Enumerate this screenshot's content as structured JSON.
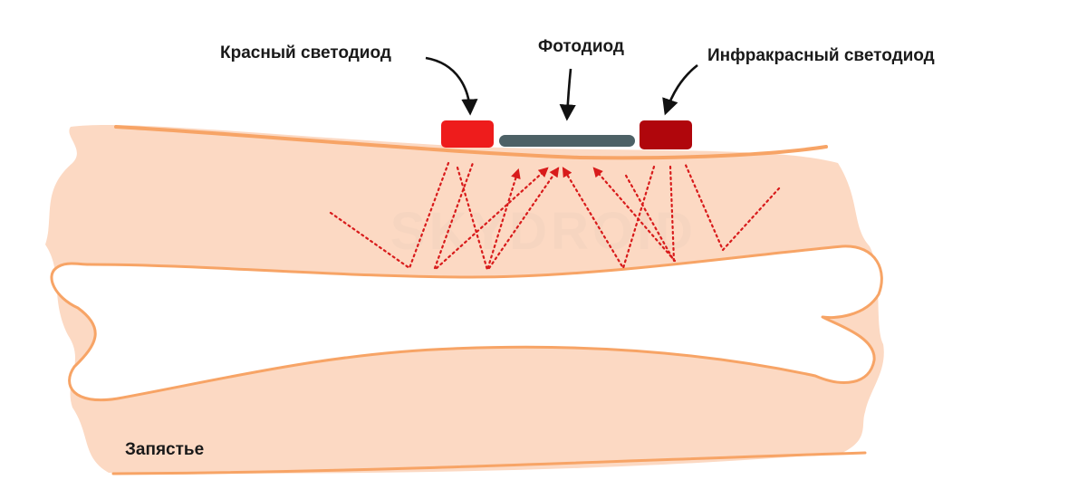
{
  "labels": {
    "red_led": "Красный светодиод",
    "photodiode": "Фотодиод",
    "infrared_led": "Инфракрасный светодиод",
    "wrist": "Запястье"
  },
  "watermark": "SKYDROID",
  "colors": {
    "background": "#ffffff",
    "skin": "#fcd9c3",
    "skin_outline": "#f7a466",
    "bone": "#ffffff",
    "red_led": "#ee1c1c",
    "infrared_led": "#b0060c",
    "photodiode": "#4d6166",
    "light_path": "#d81b1b",
    "callout_arrow": "#111111",
    "text": "#1a1a1a"
  }
}
